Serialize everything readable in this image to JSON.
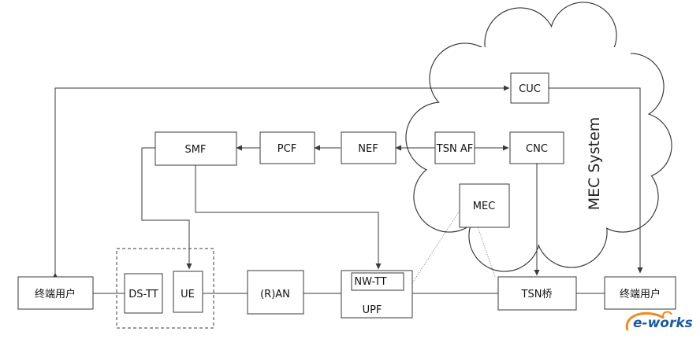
{
  "nodes": {
    "cuc": "CUC",
    "cnc": "CNC",
    "tsn_af": "TSN AF",
    "nef": "NEF",
    "pcf": "PCF",
    "smf": "SMF",
    "mec": "MEC",
    "ds_tt": "DS-TT",
    "ue": "UE",
    "ran": "(R)AN",
    "nw_tt": "NW-TT",
    "upf": "UPF",
    "tsn_bridge": "TSN桥",
    "end_user_left": "终端用户",
    "end_user_right": "终端用户"
  },
  "cloud_label": "MEC System",
  "watermark": "e-works",
  "colors": {
    "line": "#3a3a3a",
    "watermark_orange": "#f08a1c",
    "watermark_blue": "#1a5aa6"
  }
}
